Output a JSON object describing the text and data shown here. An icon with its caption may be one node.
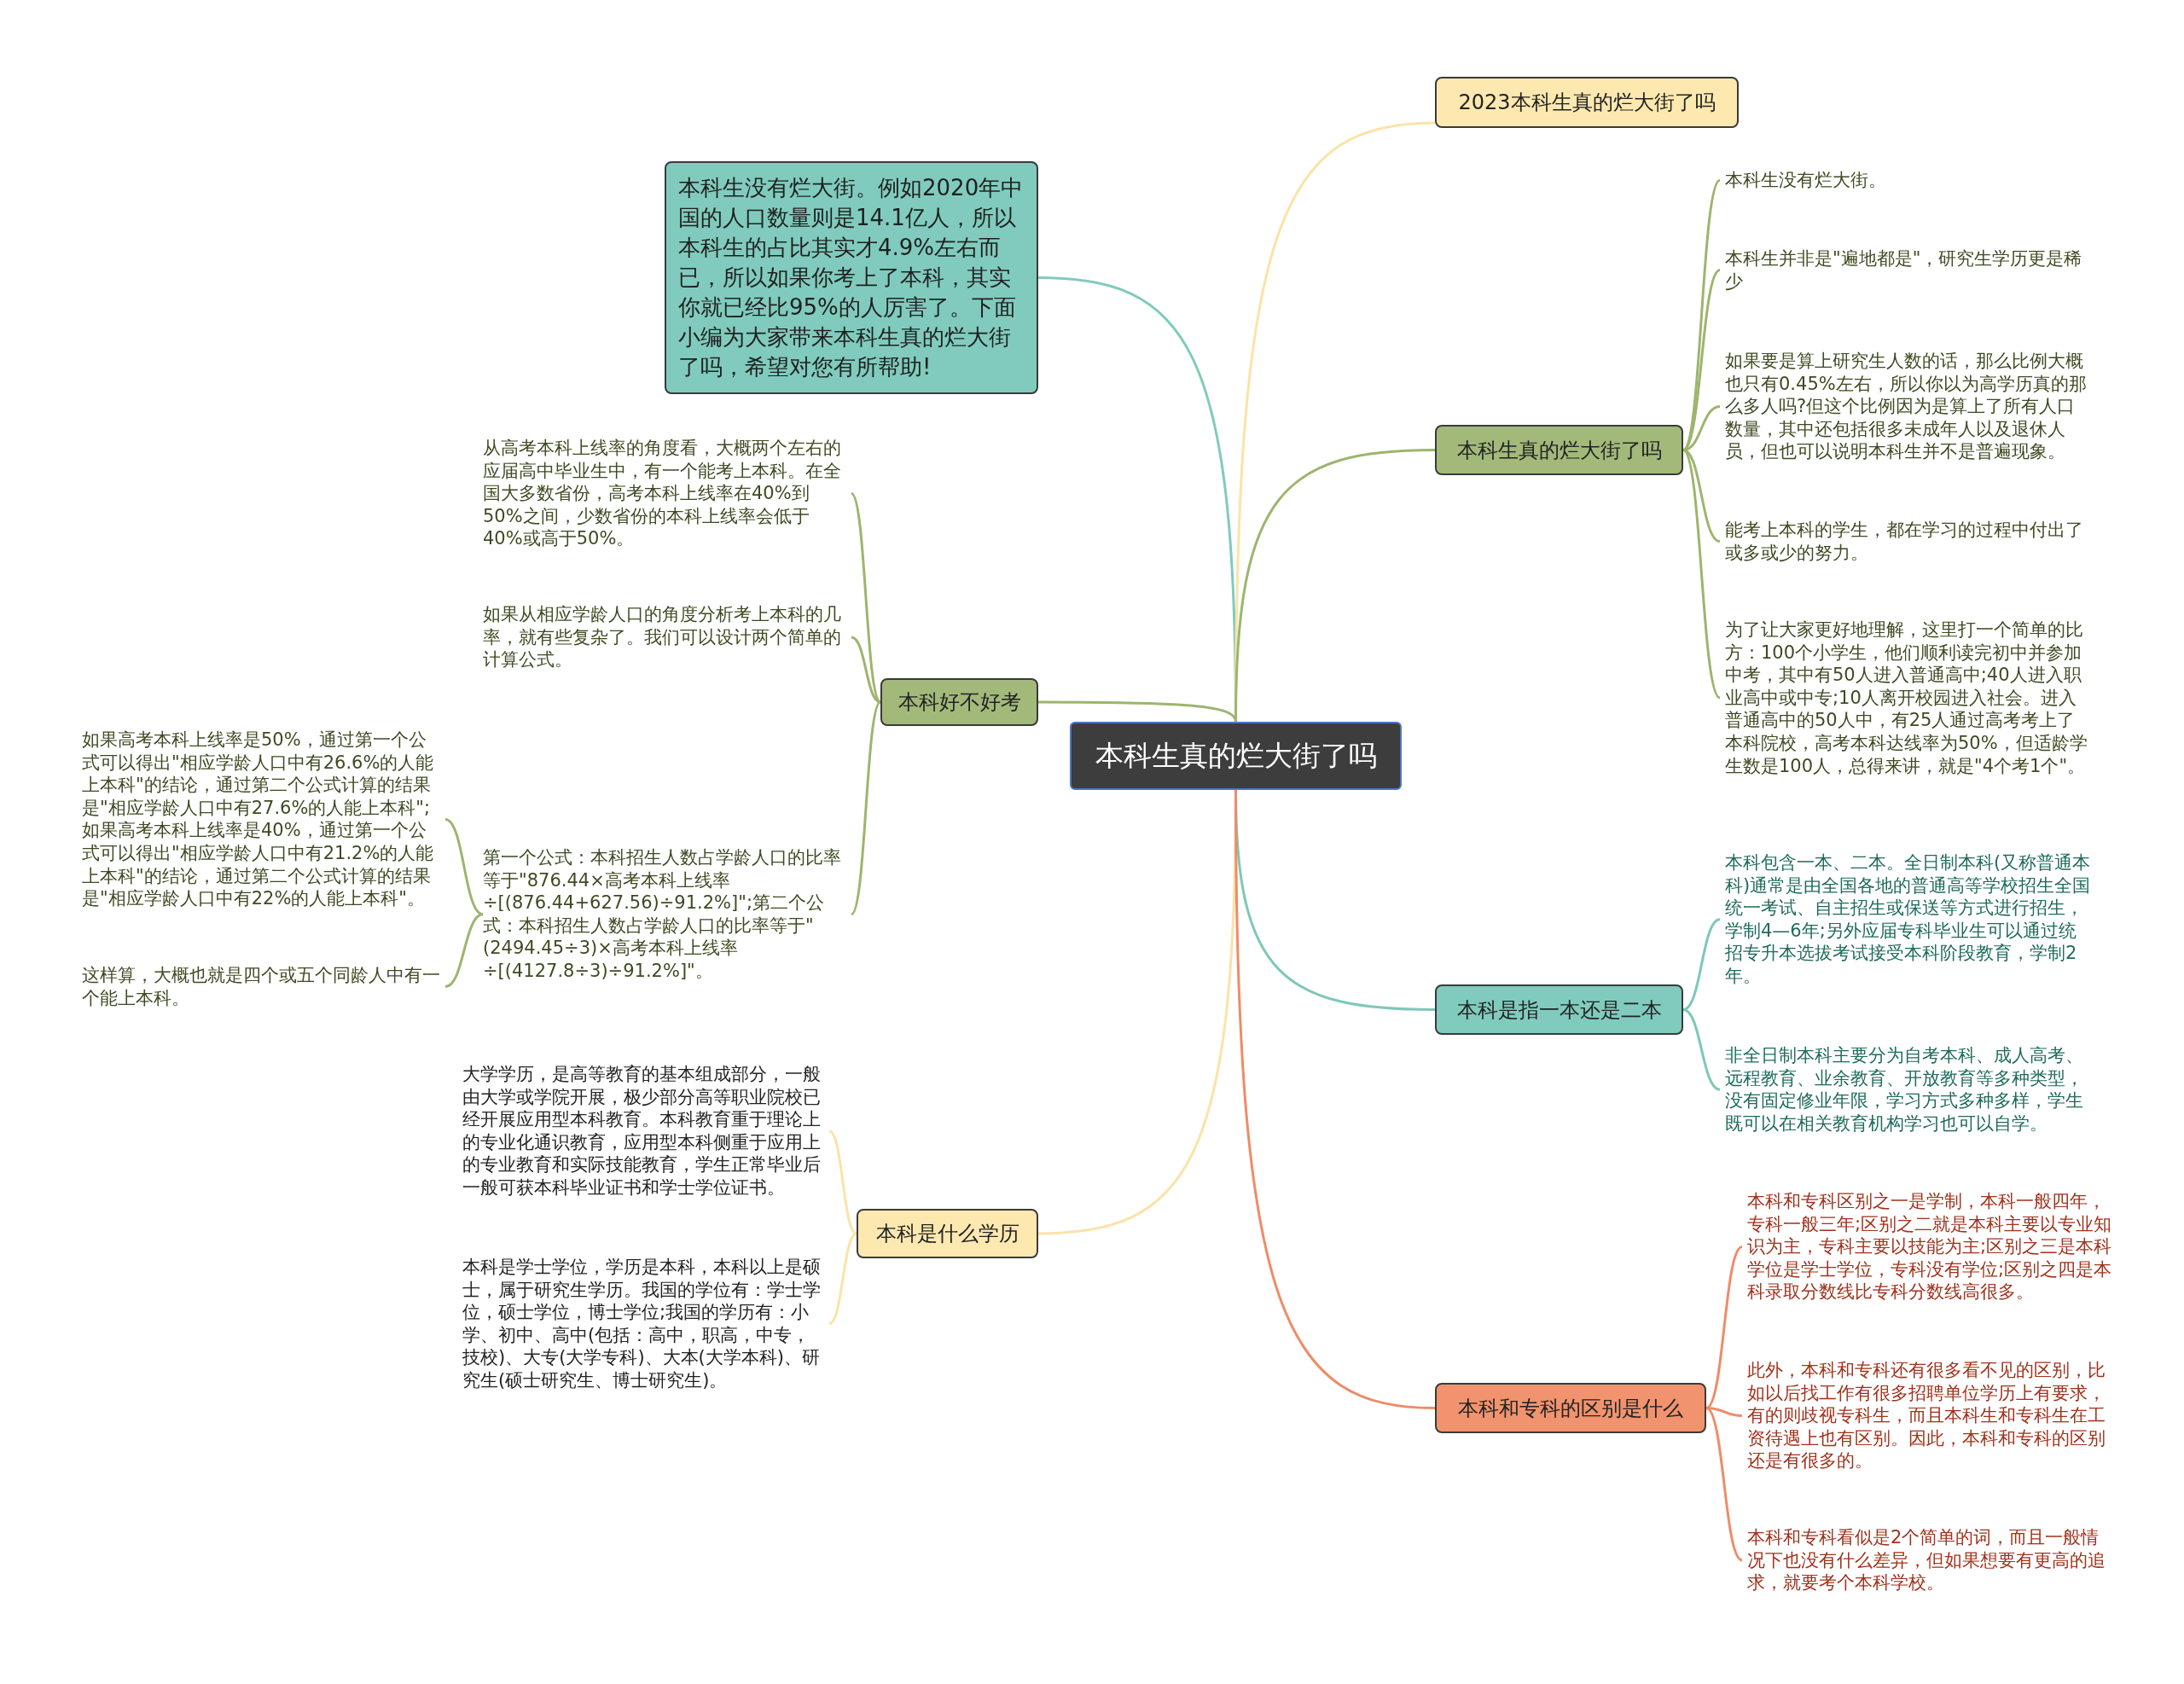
{
  "diagram": {
    "nodes": [
      {
        "text": [
          "本科生真的烂大街了吗"
        ]
      },
      {
        "text": [
          "本科生没有烂大街。例如2020年中国的人口数量则是14.1亿人，所以本科生的占比其实才4.9%左右而已，所以如果你考上了本科，其实你就已经比95%的人厉害了。下面小编为大家带来本科生真的烂大街了吗，希望对您有所帮助!"
        ]
      },
      {
        "text": [
          "2023本科生真的烂大街了吗"
        ]
      },
      {
        "text": [
          "本科生真的烂大街了吗"
        ]
      },
      {
        "text": [
          "本科生没有烂大街。"
        ]
      },
      {
        "text": [
          "本科生并非是\"遍地都是\"，研究生学历更是稀少"
        ]
      },
      {
        "text": [
          "如果要是算上研究生人数的话，那么比例大概也只有0.45%左右，所以你以为高学历真的那么多人吗?但这个比例因为是算上了所有人口数量，其中还包括很多未成年人以及退休人员，但也可以说明本科生并不是普遍现象。"
        ]
      },
      {
        "text": [
          "能考上本科的学生，都在学习的过程中付出了或多或少的努力。"
        ]
      },
      {
        "text": [
          "为了让大家更好地理解，这里打一个简单的比方：100个小学生，他们顺利读完初中并参加中考，其中有50人进入普通高中;40人进入职业高中或中专;10人离开校园进入社会。进入普通高中的50人中，有25人通过高考考上了本科院校，高考本科达线率为50%，但适龄学生数是100人，总得来讲，就是\"4个考1个\"。"
        ]
      },
      {
        "text": [
          "本科好不好考"
        ]
      },
      {
        "text": [
          "从高考本科上线率的角度看，大概两个左右的应届高中毕业生中，有一个能考上本科。在全国大多数省份，高考本科上线率在40%到50%之间，少数省份的本科上线率会低于40%或高于50%。"
        ]
      },
      {
        "text": [
          "如果从相应学龄人口的角度分析考上本科的几率，就有些复杂了。我们可以设计两个简单的计算公式。"
        ]
      },
      {
        "text": [
          "第一个公式：本科招生人数占学龄人口的比率等于\"876.44×高考本科上线率÷[(876.44+627.56)÷91.2%]\";第二个公式：本科招生人数占学龄人口的比率等于\"(2494.45÷3)×高考本科上线率÷[(4127.8÷3)÷91.2%]\"。"
        ]
      },
      {
        "text": [
          "如果高考本科上线率是50%，通过第一个公式可以得出\"相应学龄人口中有26.6%的人能上本科\"的结论，通过第二个公式计算的结果是\"相应学龄人口中有27.6%的人能上本科\";如果高考本科上线率是40%，通过第一个公式可以得出\"相应学龄人口中有21.2%的人能上本科\"的结论，通过第二个公式计算的结果是\"相应学龄人口中有22%的人能上本科\"。"
        ]
      },
      {
        "text": [
          "这样算，大概也就是四个或五个同龄人中有一个能上本科。"
        ]
      },
      {
        "text": [
          "本科是什么学历"
        ]
      },
      {
        "text": [
          "大学学历，是高等教育的基本组成部分，一般由大学或学院开展，极少部分高等职业院校已经开展应用型本科教育。本科教育重于理论上的专业化通识教育，应用型本科侧重于应用上的专业教育和实际技能教育，学生正常毕业后一般可获本科毕业证书和学士学位证书。"
        ]
      },
      {
        "text": [
          "本科是学士学位，学历是本科，本科以上是硕士，属于研究生学历。我国的学位有：学士学位，硕士学位，博士学位;我国的学历有：小学、初中、高中(包括：高中，职高，中专，技校)、大专(大学专科)、大本(大学本科)、研究生(硕士研究生、博士研究生)。"
        ]
      },
      {
        "text": [
          "本科是指一本还是二本"
        ]
      },
      {
        "text": [
          "本科包含一本、二本。全日制本科(又称普通本科)通常是由全国各地的普通高等学校招生全国统一考试、自主招生或保送等方式进行招生，学制4—6年;另外应届专科毕业生可以通过统招专升本选拔考试接受本科阶段教育，学制2年。"
        ]
      },
      {
        "text": [
          "非全日制本科主要分为自考本科、成人高考、远程教育、业余教育、开放教育等多种类型，没有固定修业年限，学习方式多种多样，学生既可以在相关教育机构学习也可以自学。"
        ]
      },
      {
        "text": [
          "本科和专科的区别是什么"
        ]
      },
      {
        "text": [
          "本科和专科区别之一是学制，本科一般四年，专科一般三年;区别之二就是本科主要以专业知识为主，专科主要以技能为主;区别之三是本科学位是学士学位，专科没有学位;区别之四是本科录取分数线比专科分数线高很多。"
        ]
      },
      {
        "text": [
          "此外，本科和专科还有很多看不见的区别，比如以后找工作有很多招聘单位学历上有要求，有的则歧视专科生，而且本科生和专科生在工资待遇上也有区别。因此，本科和专科的区别还是有很多的。"
        ]
      },
      {
        "text": [
          "本科和专科看似是2个简单的词，而且一般情况下也没有什么差异，但如果想要有更高的追求，就要考个本科学校。"
        ]
      }
    ],
    "edges": [
      {
        "from": 0,
        "to": 1,
        "arrow": "none",
        "color": "#80cbbd"
      },
      {
        "from": 0,
        "to": 2,
        "arrow": "none",
        "color": "#fbe3a8"
      },
      {
        "from": 0,
        "to": 3,
        "arrow": "none",
        "color": "#9db56e"
      },
      {
        "from": 3,
        "to": 4,
        "arrow": "none",
        "color": "#9db56e"
      },
      {
        "from": 3,
        "to": 5,
        "arrow": "none",
        "color": "#9db56e"
      },
      {
        "from": 3,
        "to": 6,
        "arrow": "none",
        "color": "#9db56e"
      },
      {
        "from": 3,
        "to": 7,
        "arrow": "none",
        "color": "#9db56e"
      },
      {
        "from": 3,
        "to": 8,
        "arrow": "none",
        "color": "#9db56e"
      },
      {
        "from": 0,
        "to": 9,
        "arrow": "none",
        "color": "#9db56e"
      },
      {
        "from": 9,
        "to": 10,
        "arrow": "none",
        "color": "#9db56e"
      },
      {
        "from": 9,
        "to": 11,
        "arrow": "none",
        "color": "#9db56e"
      },
      {
        "from": 9,
        "to": 12,
        "arrow": "none",
        "color": "#9db56e"
      },
      {
        "from": 12,
        "to": 13,
        "arrow": "none",
        "color": "#9db56e"
      },
      {
        "from": 12,
        "to": 14,
        "arrow": "none",
        "color": "#9db56e"
      },
      {
        "from": 0,
        "to": 15,
        "arrow": "none",
        "color": "#fbe3a8"
      },
      {
        "from": 15,
        "to": 16,
        "arrow": "none",
        "color": "#fbe3a8"
      },
      {
        "from": 15,
        "to": 17,
        "arrow": "none",
        "color": "#fbe3a8"
      },
      {
        "from": 0,
        "to": 18,
        "arrow": "none",
        "color": "#7ec8b8"
      },
      {
        "from": 18,
        "to": 19,
        "arrow": "none",
        "color": "#7ec8b8"
      },
      {
        "from": 18,
        "to": 20,
        "arrow": "none",
        "color": "#7ec8b8"
      },
      {
        "from": 0,
        "to": 21,
        "arrow": "none",
        "color": "#ee8c68"
      },
      {
        "from": 21,
        "to": 22,
        "arrow": "none",
        "color": "#ee8c68"
      },
      {
        "from": 21,
        "to": 23,
        "arrow": "none",
        "color": "#ee8c68"
      },
      {
        "from": 21,
        "to": 24,
        "arrow": "none",
        "color": "#ee8c68"
      }
    ]
  }
}
